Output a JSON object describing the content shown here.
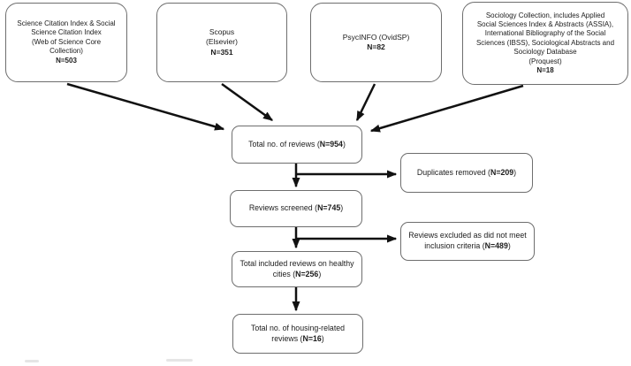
{
  "figure": {
    "kind": "literature-search-flow-diagram"
  },
  "boxes": {
    "wos": {
      "lines": [
        "Science Citation Index & Social",
        "Science Citation Index",
        "(Web of Science Core",
        "Collection)"
      ],
      "n": "N=503"
    },
    "scopus": {
      "lines": [
        "Scopus",
        "(Elsevier)"
      ],
      "n": "N=351"
    },
    "psycinfo": {
      "lines": [
        "PsycINFO (OvidSP)"
      ],
      "n": "N=82"
    },
    "sociology": {
      "lines": [
        "Sociology Collection, includes Applied",
        "Social Sciences Index & Abstracts (ASSIA),",
        "International Bibliography of the Social",
        "Sciences (IBSS), Sociological Abstracts and",
        "Sociology Database",
        "(Proquest)"
      ],
      "n": "N=18"
    },
    "total": {
      "pre": "Total no. of reviews (",
      "n": "N=954",
      "post": ")"
    },
    "duplicates": {
      "pre": "Duplicates removed (",
      "n": "N=209",
      "post": ")"
    },
    "screened": {
      "pre": "Reviews screened (",
      "n": "N=745",
      "post": ")"
    },
    "excluded": {
      "pre": "Reviews excluded as did not meet inclusion criteria (",
      "n": "N=489",
      "post": ")"
    },
    "included": {
      "pre": "Total included reviews on healthy cities (",
      "n": "N=256",
      "post": ")"
    },
    "housing": {
      "pre": "Total no. of housing-related reviews (",
      "n": "N=16",
      "post": ")"
    }
  },
  "colors": {
    "background": "#ffffff",
    "box_border": "#6e6e6e",
    "arrow": "#111111",
    "text": "#1c1c1c"
  }
}
